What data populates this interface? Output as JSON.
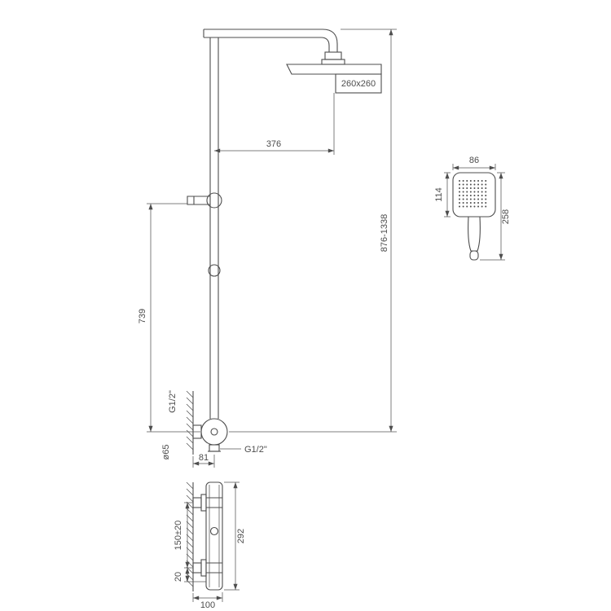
{
  "page": {
    "background": "#ffffff",
    "line_color": "#4d4d4d",
    "drawing_type": "shower-system-dimension-drawing"
  },
  "views": {
    "main": {
      "head_size_label": "260x260",
      "dim_head_offset": "376",
      "dim_height_range": "876-1338",
      "dim_rail_height": "739",
      "wall_thread_label": "G1/2\"",
      "escutcheon_dia_label": "ø65",
      "dim_wall_to_center": "81",
      "outlet_thread_label": "G1/2\""
    },
    "hand_shower": {
      "dim_width": "86",
      "dim_head_height": "114",
      "dim_total_length": "258"
    },
    "mixer_front": {
      "dim_port_spacing": "150±20",
      "dim_port_to_bottom": "20",
      "dim_body_height": "292",
      "dim_depth": "100"
    }
  }
}
